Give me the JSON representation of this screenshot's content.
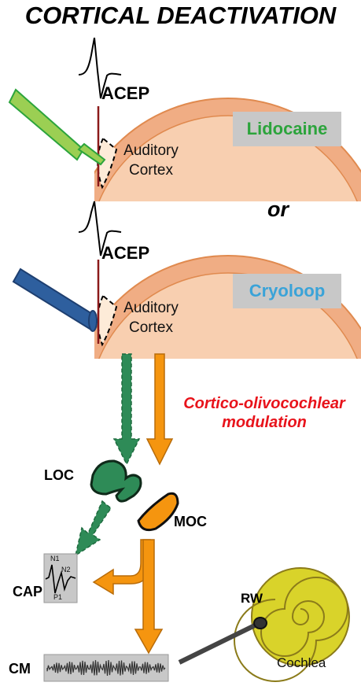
{
  "title": "CORTICAL DEACTIVATION",
  "panels": [
    {
      "method": "Lidocaine",
      "method_color": "#2ca43c",
      "recording": "ACEP",
      "region_line1": "Auditory",
      "region_line2": "Cortex"
    },
    {
      "method": "Cryoloop",
      "method_color": "#3aa3d8",
      "recording": "ACEP",
      "region_line1": "Auditory",
      "region_line2": "Cortex"
    }
  ],
  "connector": "or",
  "pathway_label_line1": "Cortico-olivocochlear",
  "pathway_label_line2": "modulation",
  "nuclei": {
    "loc": "LOC",
    "moc": "MOC"
  },
  "outputs": {
    "cap": "CAP",
    "cm": "CM",
    "rw": "RW",
    "cochlea": "Cochlea"
  },
  "cap_peaks": {
    "n1": "N1",
    "n2": "N2",
    "p1": "P1"
  },
  "colors": {
    "cortex": "#f6c9a4",
    "cortex_border": "#e08a4f",
    "loc_green": "#2e8b57",
    "moc_orange": "#f5950f",
    "cochlea_yellow": "#d9d32a",
    "electrode_red": "#8b1a1a"
  }
}
